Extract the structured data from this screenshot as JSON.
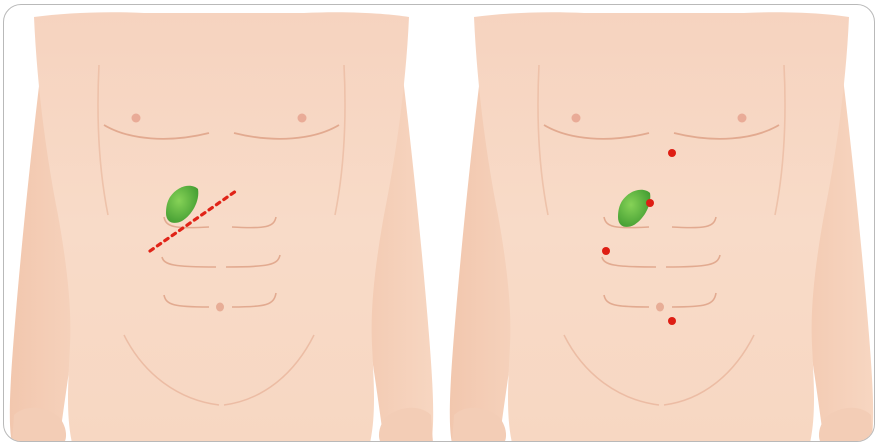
{
  "figure": {
    "panels": [
      {
        "id": "open",
        "incision": "subcostal-dashed-line",
        "gallbladder": true
      },
      {
        "id": "laparoscopic",
        "ports": 4,
        "gallbladder": true
      }
    ]
  },
  "colors": {
    "skin_light": "#f9dcc7",
    "skin_mid": "#f3cdb6",
    "skin_edge": "#ecbca2",
    "contour": "#e3a98f",
    "nipple": "#e9ab97",
    "gallbladder": "#6cbf45",
    "gallbladder_dark": "#3f9a30",
    "incision": "#e02418",
    "port": "#de1e14",
    "frame_border": "#b9b9b9"
  },
  "icons": [
    "gallbladder-icon",
    "incision-line",
    "port-marker"
  ]
}
